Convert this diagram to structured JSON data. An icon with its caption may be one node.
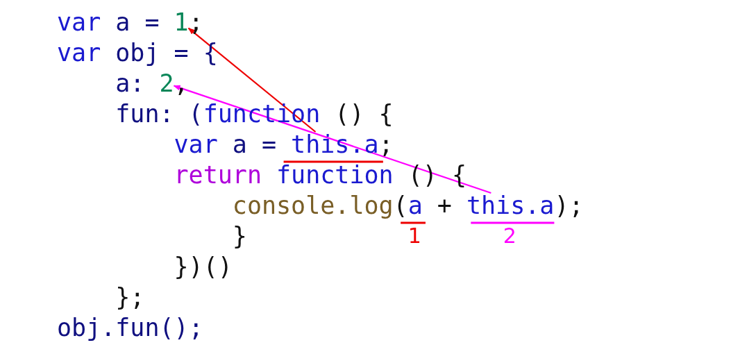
{
  "diagram": {
    "nodes": [
      {
        "text": [
          "1"
        ]
      },
      {
        "text": [
          "2"
        ]
      },
      {
        "text": [
          "this.a"
        ]
      },
      {
        "text": [
          "this.a"
        ]
      }
    ],
    "edges": [
      {
        "from": 2,
        "to": 0,
        "arrow": "to",
        "color": "#ee0000"
      },
      {
        "from": 3,
        "to": 1,
        "arrow": "to",
        "color": "#ff00ff"
      }
    ],
    "labels": [
      "var",
      "a =",
      ";",
      "var",
      "obj = {",
      "a:",
      ",",
      "fun: (",
      "function",
      "() {",
      "var",
      "a =",
      ";",
      "return",
      "function",
      "() {",
      "console.log",
      "(",
      "a",
      "+",
      ");",
      "1",
      "2",
      "}",
      "})()",
      "};",
      "obj.fun();"
    ]
  }
}
